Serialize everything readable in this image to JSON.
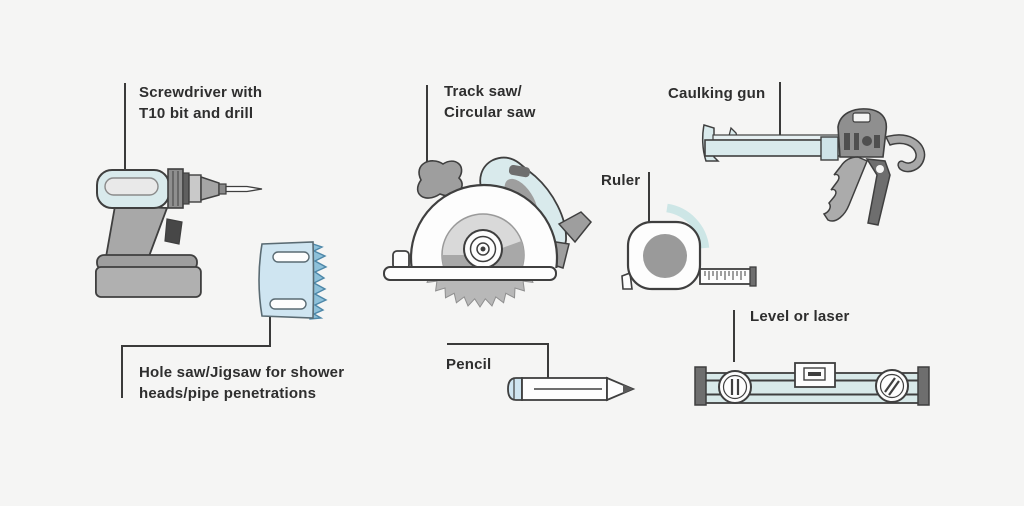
{
  "background": "#f5f5f4",
  "colors": {
    "background": "#f5f5f4",
    "text": "#2e2e2e",
    "line": "#3a3a3a",
    "outline": "#3f3f3f",
    "tool-blue": "#d9eaec",
    "tool-blue-light": "#e6f0f2",
    "hole-blue": "#cfe5f1",
    "teeth-blue": "#8ec1da",
    "teeth-stroke": "#4d87a8",
    "arc-blue": "#cde6e6",
    "level-blue": "#d8e9e9",
    "white": "#fdfdfd",
    "gray": "#a8a8a8",
    "gray-mid": "#8f8f8f",
    "gray-dark": "#6e6e6e",
    "gray-darker": "#4f4f4f",
    "inner-gray": "#d9d9d9",
    "blade-gray": "#b8b8b8"
  },
  "labels": {
    "drill": "Screwdriver with\nT10 bit and drill",
    "track_saw": "Track saw/\nCircular saw",
    "caulking_gun": "Caulking gun",
    "ruler": "Ruler",
    "level": "Level or laser",
    "pencil": "Pencil",
    "hole_saw": "Hole saw/Jigsaw for shower\nheads/pipe penetrations"
  },
  "tools": [
    {
      "id": "drill-icon",
      "label_key": "drill"
    },
    {
      "id": "hole-saw-icon",
      "label_key": "hole_saw"
    },
    {
      "id": "circular-saw-icon",
      "label_key": "track_saw"
    },
    {
      "id": "tape-measure-icon",
      "label_key": "ruler"
    },
    {
      "id": "caulking-gun-icon",
      "label_key": "caulking_gun"
    },
    {
      "id": "pencil-icon",
      "label_key": "pencil"
    },
    {
      "id": "level-icon",
      "label_key": "level"
    }
  ]
}
